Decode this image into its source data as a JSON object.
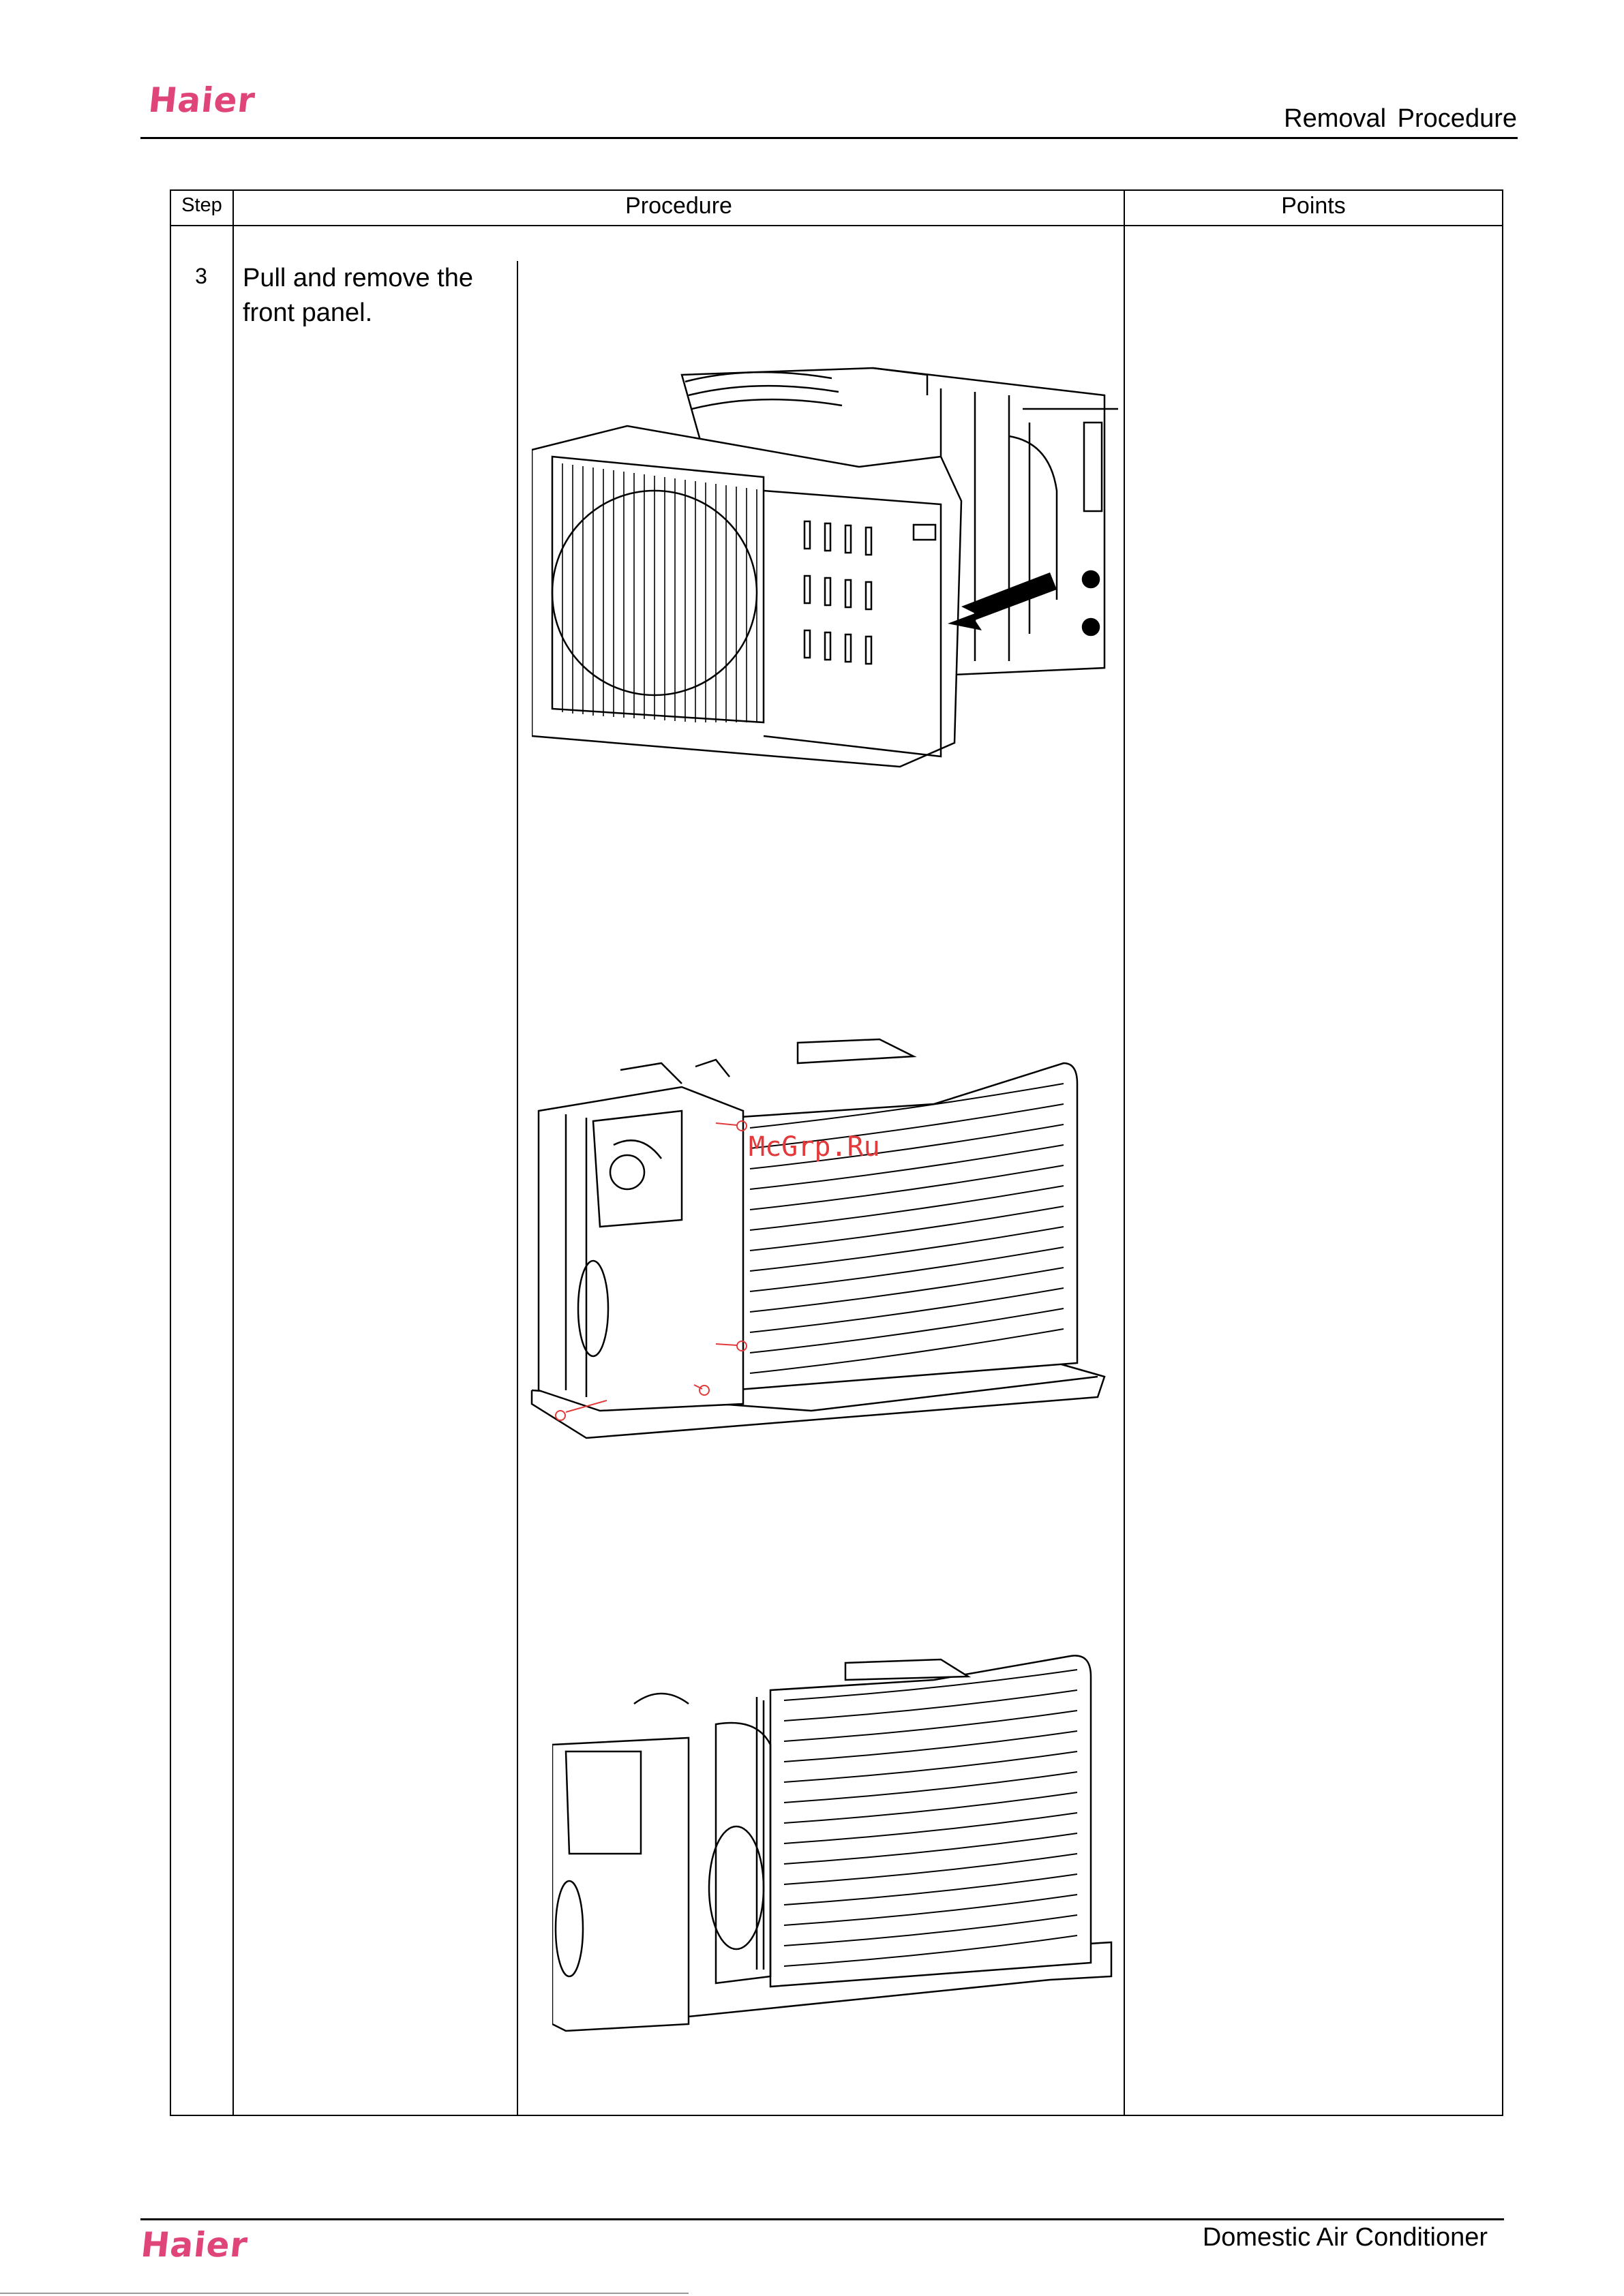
{
  "brand": {
    "logo_text": "Haier",
    "logo_color": "#e0457a"
  },
  "header": {
    "title": "Removal  Procedure"
  },
  "table": {
    "columns": {
      "step": "Step",
      "procedure": "Procedure",
      "points": "Points"
    },
    "rows": [
      {
        "step": "3",
        "instruction": "Pull and remove the front panel."
      }
    ]
  },
  "figures": [
    {
      "icon": "outdoor-unit-front-panel-removal",
      "arrow": "pull-direction-arrow"
    },
    {
      "icon": "outdoor-unit-condenser-side-with-screws"
    },
    {
      "icon": "outdoor-unit-panel-removed"
    }
  ],
  "watermark": {
    "text": "McGrp.Ru",
    "color": "#e23a3a"
  },
  "footer": {
    "title": "Domestic Air Conditioner"
  }
}
